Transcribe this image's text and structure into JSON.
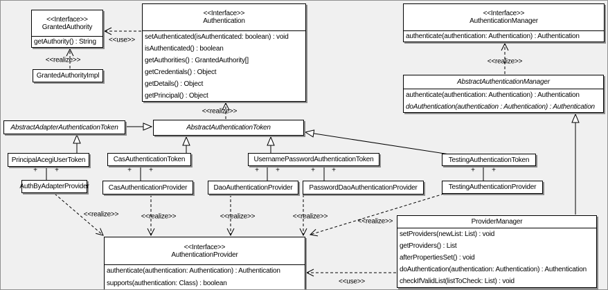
{
  "labels": {
    "use": "<<use>>",
    "realize": "<<realize>>",
    "plus": "+"
  },
  "classes": {
    "granted_authority": {
      "stereotype": "<<Interface>>",
      "name": "GrantedAuthority",
      "methods": [
        "getAuthority() : String"
      ]
    },
    "granted_authority_impl": {
      "name": "GrantedAuthorityImpl"
    },
    "authentication": {
      "stereotype": "<<Interface>>",
      "name": "Authentication",
      "methods": [
        "setAuthenticated(isAuthenticated: boolean) : void",
        "isAuthenticated() : boolean",
        "getAuthorities() : GrantedAuthority[]",
        "getCredentials() : Object",
        "getDetails() : Object",
        "getPrincipal() : Object"
      ]
    },
    "authentication_manager": {
      "stereotype": "<<Interface>>",
      "name": "AuthenticationManager",
      "methods": [
        "authenticate(authentication: Authentication) : Authentication"
      ]
    },
    "abstract_authentication_manager": {
      "name": "AbstractAuthenticationManager",
      "methods": [
        "authenticate(authentication: Authentication) : Authentication",
        "doAuthentication(authentication : Authentication) : Authentication"
      ]
    },
    "abstract_adapter_authentication_token": {
      "name": "AbstractAdapterAuthenticationToken"
    },
    "abstract_authentication_token": {
      "name": "AbstractAuthenticationToken"
    },
    "principal_acegi_user_token": {
      "name": "PrincipalAcegiUserToken"
    },
    "cas_authentication_token": {
      "name": "CasAuthenticationToken"
    },
    "username_password_authentication_token": {
      "name": "UsernamePasswordAuthenticationToken"
    },
    "testing_authentication_token": {
      "name": "TestingAuthenticationToken"
    },
    "auth_by_adapter_provider": {
      "name": "AuthByAdapterProvider"
    },
    "cas_authentication_provider": {
      "name": "CasAuthenticationProvider"
    },
    "dao_authentication_provider": {
      "name": "DaoAuthenticationProvider"
    },
    "password_dao_authentication_provider": {
      "name": "PasswordDaoAuthenticationProvider"
    },
    "testing_authentication_provider": {
      "name": "TestingAuthenticationProvider"
    },
    "authentication_provider": {
      "stereotype": "<<Interface>>",
      "name": "AuthenticationProvider",
      "methods": [
        "authenticate(authentication: Authentication) : Authentication",
        "supports(authentication: Class) : boolean"
      ]
    },
    "provider_manager": {
      "name": "ProviderManager",
      "methods": [
        "setProviders(newList: List) : void",
        "getProviders() : List",
        "afterPropertiesSet() : void",
        "doAuthentication(authentication: Authentication) : Authentication",
        "checkIfValidList(listToCheck: List) : void"
      ]
    }
  },
  "colors": {
    "background": "#f0f0f0",
    "box_fill": "#ffffff",
    "line": "#000000",
    "shadow": "#8c8c8c"
  }
}
